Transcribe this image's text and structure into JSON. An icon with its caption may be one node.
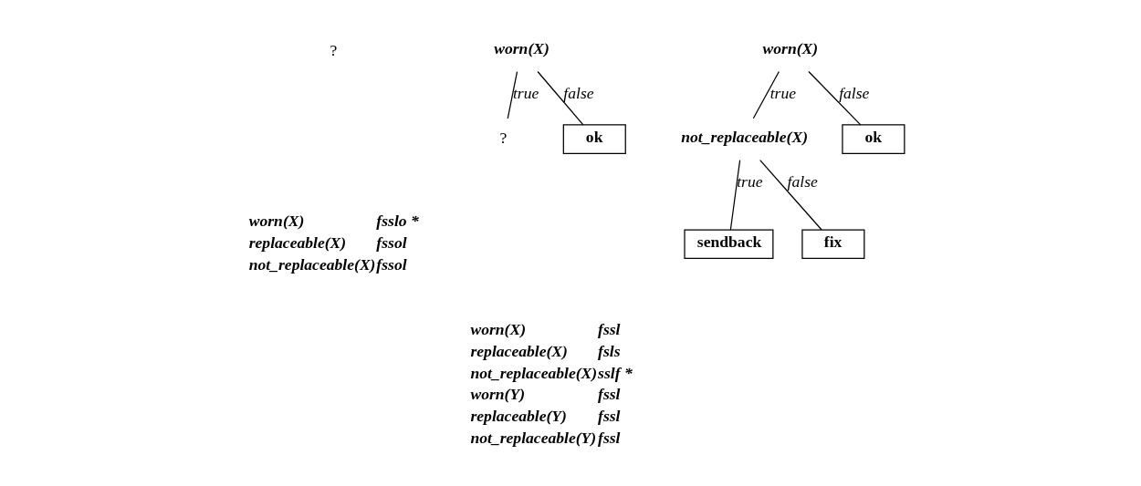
{
  "diagram": {
    "nodes": [
      {
        "text": [
          "?"
        ]
      },
      {
        "text": [
          "worn(X)"
        ]
      },
      {
        "text": [
          "?"
        ]
      },
      {
        "text": [
          "ok"
        ]
      },
      {
        "text": [
          "worn(X)"
        ]
      },
      {
        "text": [
          "not_replaceable(X)"
        ]
      },
      {
        "text": [
          "ok"
        ]
      },
      {
        "text": [
          "sendback"
        ]
      },
      {
        "text": [
          "fix"
        ]
      }
    ],
    "edges": [
      {
        "from": 1,
        "to": 2,
        "arrow": "none",
        "label": "true"
      },
      {
        "from": 1,
        "to": 3,
        "arrow": "none",
        "label": "false"
      },
      {
        "from": 4,
        "to": 5,
        "arrow": "none",
        "label": "true"
      },
      {
        "from": 4,
        "to": 6,
        "arrow": "none",
        "label": "false"
      },
      {
        "from": 5,
        "to": 7,
        "arrow": "none",
        "label": "true"
      },
      {
        "from": 5,
        "to": 8,
        "arrow": "none",
        "label": "false"
      }
    ],
    "labels": [
      "worn(X)",
      "fsslo",
      "*",
      "replaceable(X)",
      "fssol",
      "not_replaceable(X)",
      "fssol",
      "worn(X)",
      "fssl",
      "replaceable(X)",
      "fsls",
      "not_replaceable(X)",
      "sslf",
      "*",
      "worn(Y)",
      "fssl",
      "replaceable(Y)",
      "fssl",
      "not_replaceable(Y)",
      "fssl"
    ]
  }
}
